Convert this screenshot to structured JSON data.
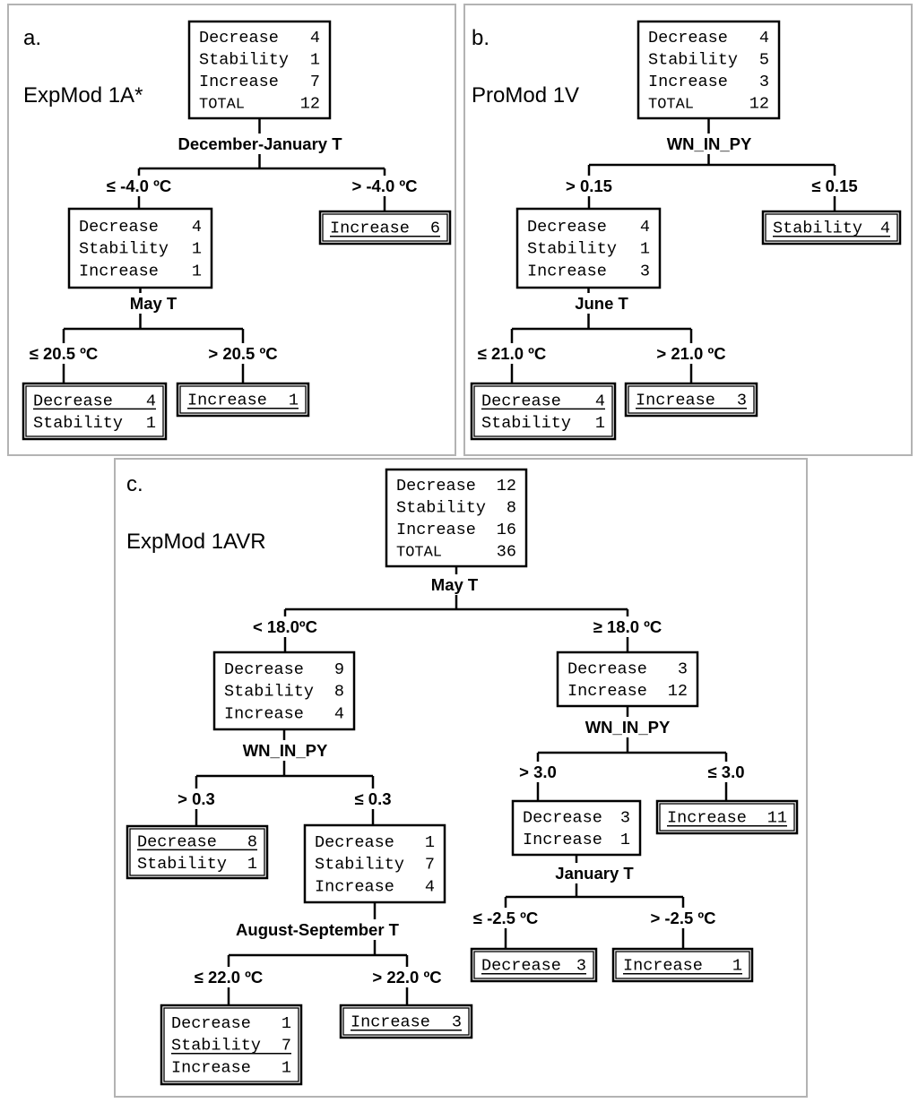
{
  "panels": [
    {
      "id": "a",
      "label": "a.",
      "model": "ExpMod 1A*",
      "root": {
        "lines": [
          {
            "name": "Decrease",
            "value": "4"
          },
          {
            "name": "Stability",
            "value": "1"
          },
          {
            "name": "Increase",
            "value": "7"
          },
          {
            "name": "TOTAL",
            "value": "12"
          }
        ],
        "split": "December-January T",
        "left_branch": "≤ -4.0 ºC",
        "right_branch": "> -4.0 ºC",
        "left": {
          "lines": [
            {
              "name": "Decrease",
              "value": "4"
            },
            {
              "name": "Stability",
              "value": "1"
            },
            {
              "name": "Increase",
              "value": "1"
            }
          ],
          "split": "May T",
          "left_branch": "≤ 20.5 ºC",
          "right_branch": "> 20.5 ºC",
          "left": {
            "leaf": true,
            "lines": [
              {
                "name": "Decrease",
                "value": "4",
                "underline": true
              },
              {
                "name": "Stability",
                "value": "1"
              }
            ]
          },
          "right": {
            "leaf": true,
            "lines": [
              {
                "name": "Increase",
                "value": "1",
                "underline": true
              }
            ]
          }
        },
        "right": {
          "leaf": true,
          "lines": [
            {
              "name": "Increase",
              "value": "6",
              "underline": true
            }
          ]
        }
      }
    },
    {
      "id": "b",
      "label": "b.",
      "model": "ProMod 1V",
      "root": {
        "lines": [
          {
            "name": "Decrease",
            "value": "4"
          },
          {
            "name": "Stability",
            "value": "5"
          },
          {
            "name": "Increase",
            "value": "3"
          },
          {
            "name": "TOTAL",
            "value": "12"
          }
        ],
        "split": "WN_IN_PY",
        "left_branch": "> 0.15",
        "right_branch": "≤ 0.15",
        "left": {
          "lines": [
            {
              "name": "Decrease",
              "value": "4"
            },
            {
              "name": "Stability",
              "value": "1"
            },
            {
              "name": "Increase",
              "value": "3"
            }
          ],
          "split": "June T",
          "left_branch": "≤ 21.0 ºC",
          "right_branch": "> 21.0 ºC",
          "left": {
            "leaf": true,
            "lines": [
              {
                "name": "Decrease",
                "value": "4",
                "underline": true
              },
              {
                "name": "Stability",
                "value": "1"
              }
            ]
          },
          "right": {
            "leaf": true,
            "lines": [
              {
                "name": "Increase",
                "value": "3",
                "underline": true
              }
            ]
          }
        },
        "right": {
          "leaf": true,
          "lines": [
            {
              "name": "Stability",
              "value": "4",
              "underline": true
            }
          ]
        }
      }
    },
    {
      "id": "c",
      "label": "c.",
      "model": "ExpMod  1AVR",
      "root": {
        "lines": [
          {
            "name": "Decrease",
            "value": "12"
          },
          {
            "name": "Stability",
            "value": "8"
          },
          {
            "name": "Increase",
            "value": "16"
          },
          {
            "name": "TOTAL",
            "value": "36"
          }
        ],
        "split": "May T",
        "left_branch": "< 18.0ºC",
        "right_branch": "≥ 18.0 ºC",
        "left": {
          "lines": [
            {
              "name": "Decrease",
              "value": "9"
            },
            {
              "name": "Stability",
              "value": "8"
            },
            {
              "name": "Increase",
              "value": "4"
            }
          ],
          "split": "WN_IN_PY",
          "left_branch": "> 0.3",
          "right_branch": "≤ 0.3",
          "left": {
            "leaf": true,
            "lines": [
              {
                "name": "Decrease",
                "value": "8",
                "underline": true
              },
              {
                "name": "Stability",
                "value": "1"
              }
            ]
          },
          "right": {
            "lines": [
              {
                "name": "Decrease",
                "value": "1"
              },
              {
                "name": "Stability",
                "value": "7"
              },
              {
                "name": "Increase",
                "value": "4"
              }
            ],
            "split": "August-September T",
            "left_branch": "≤ 22.0 ºC",
            "right_branch": "> 22.0 ºC",
            "left": {
              "leaf": true,
              "lines": [
                {
                  "name": "Decrease",
                  "value": "1"
                },
                {
                  "name": "Stability",
                  "value": "7",
                  "underline": true
                },
                {
                  "name": "Increase",
                  "value": "1"
                }
              ]
            },
            "right": {
              "leaf": true,
              "lines": [
                {
                  "name": "Increase",
                  "value": "3",
                  "underline": true
                }
              ]
            }
          }
        },
        "right": {
          "lines": [
            {
              "name": "Decrease",
              "value": "3"
            },
            {
              "name": "Increase",
              "value": "12"
            }
          ],
          "split": "WN_IN_PY",
          "left_branch": "> 3.0",
          "right_branch": "≤ 3.0",
          "left": {
            "lines": [
              {
                "name": "Decrease",
                "value": "3"
              },
              {
                "name": "Increase",
                "value": "1"
              }
            ],
            "split": "January T",
            "left_branch": "≤ -2.5 ºC",
            "right_branch": "> -2.5 ºC",
            "left": {
              "leaf": true,
              "lines": [
                {
                  "name": "Decrease",
                  "value": "3",
                  "underline": true
                }
              ]
            },
            "right": {
              "leaf": true,
              "lines": [
                {
                  "name": "Increase",
                  "value": "1",
                  "underline": true
                }
              ]
            }
          },
          "right": {
            "leaf": true,
            "lines": [
              {
                "name": "Increase",
                "value": "11",
                "underline": true
              }
            ]
          }
        }
      }
    }
  ]
}
